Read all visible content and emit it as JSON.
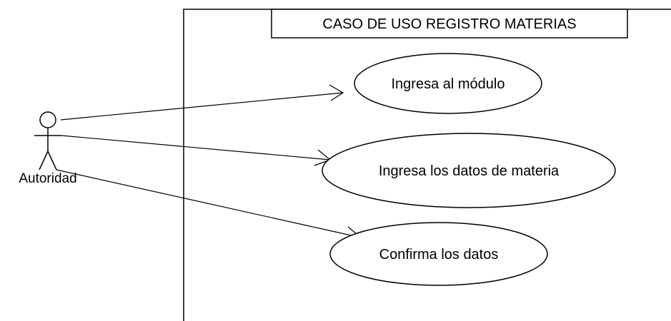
{
  "diagram": {
    "title": "CASO DE USO REGISTRO MATERIAS",
    "actor": {
      "name": "Autoridad"
    },
    "use_cases": [
      {
        "label": "Ingresa al módulo"
      },
      {
        "label": "Ingresa los datos de materia"
      },
      {
        "label": "Confirma los datos"
      }
    ]
  },
  "colors": {
    "stroke": "#000000",
    "background": "#ffffff"
  }
}
